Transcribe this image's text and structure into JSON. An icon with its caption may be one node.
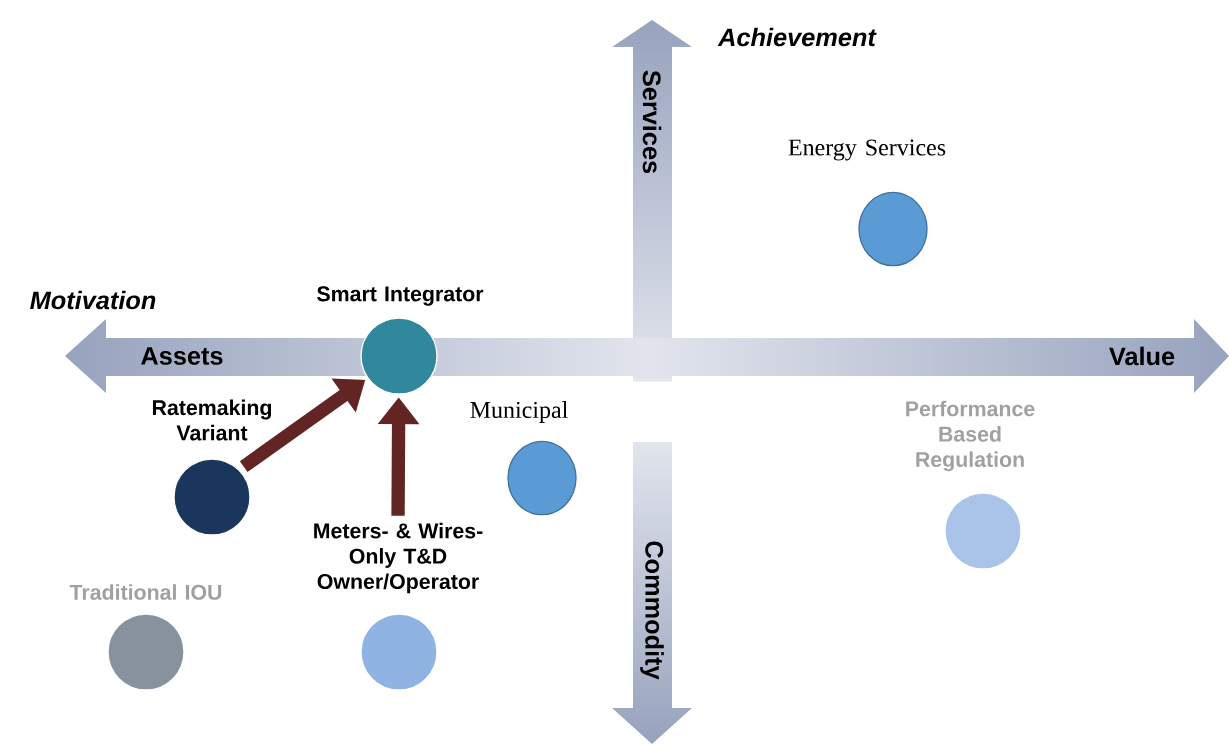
{
  "diagram": {
    "nodes": [
      {
        "text": [
          "Energy Services"
        ]
      },
      {
        "text": [
          "Smart Integrator"
        ]
      },
      {
        "text": [
          "Ratemaking Variant"
        ]
      },
      {
        "text": [
          "Municipal"
        ]
      },
      {
        "text": [
          "Performance Based Regulation"
        ]
      },
      {
        "text": [
          "Meters- & Wires- Only T&D Owner/Operator"
        ]
      },
      {
        "text": [
          "Traditional IOU"
        ]
      }
    ],
    "edges": [
      {
        "from": 2,
        "to": 1,
        "arrow": "to"
      },
      {
        "from": 5,
        "to": 1,
        "arrow": "to"
      }
    ],
    "labels": [
      "Achievement",
      "Services",
      "Motivation",
      "Assets",
      "Value",
      "Commodity"
    ]
  }
}
